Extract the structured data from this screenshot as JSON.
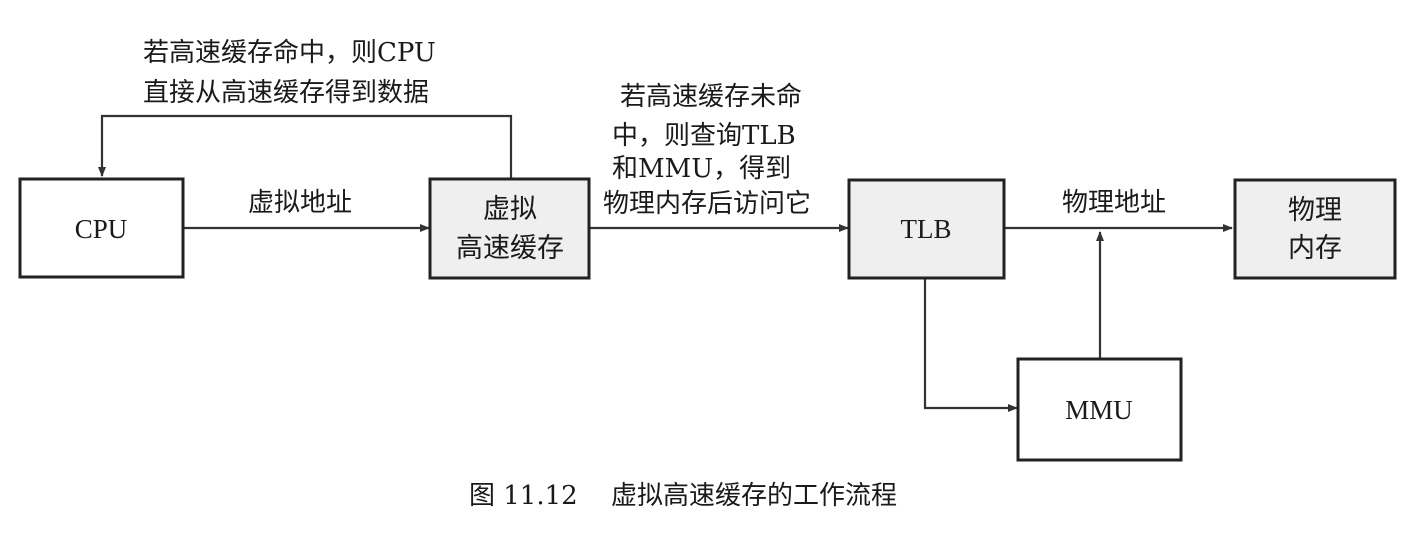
{
  "nodes": {
    "cpu": "CPU",
    "virtual_cache": [
      "虚拟",
      "高速缓存"
    ],
    "tlb": "TLB",
    "physical_memory": [
      "物理",
      "内存"
    ],
    "mmu": "MMU"
  },
  "edges": {
    "cache_hit": [
      "若高速缓存命中，则CPU",
      "直接从高速缓存得到数据"
    ],
    "virtual_address": "虚拟地址",
    "cache_miss": [
      "若高速缓存未命",
      "中，则查询TLB",
      "和MMU，得到",
      "物理内存后访问它"
    ],
    "physical_address": "物理地址"
  },
  "caption": {
    "number": "图 11.12",
    "title": "虚拟高速缓存的工作流程"
  },
  "colors": {
    "box_stroke": "#222222",
    "shaded_fill": "#efefef",
    "line": "#333333"
  }
}
